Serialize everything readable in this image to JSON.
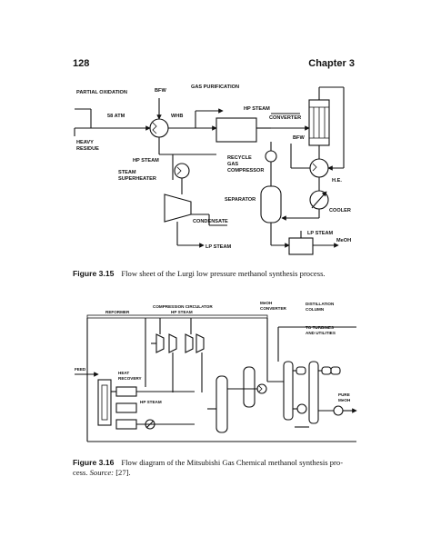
{
  "header": {
    "page_number": "128",
    "chapter": "Chapter 3"
  },
  "figure1": {
    "number": "Figure 3.15",
    "caption": "Flow sheet of the Lurgi low pressure methanol synthesis process.",
    "labels": {
      "partial_oxidation": "PARTIAL OXIDATION",
      "bfw_top": "BFW",
      "gas_purification": "GAS PURIFICATION",
      "atm": "58 ATM",
      "whb": "WHB",
      "hp_steam_top": "HP STEAM",
      "converter": "CONVERTER",
      "heavy_residue_1": "HEAVY",
      "heavy_residue_2": "RESIDUE",
      "hp_steam_mid": "HP STEAM",
      "bfw_right": "BFW",
      "recycle_1": "RECYCLE",
      "recycle_2": "GAS",
      "recycle_3": "COMPRESSOR",
      "steam_sh_1": "STEAM",
      "steam_sh_2": "SUPERHEATER",
      "he": "H.E.",
      "separator": "SEPARATOR",
      "cooler": "COOLER",
      "condensate": "CONDENSATE",
      "lp_steam_right": "LP STEAM",
      "lp_steam_bottom": "LP STEAM",
      "meoh": "MeOH"
    }
  },
  "figure2": {
    "number": "Figure 3.16",
    "caption_line1": "Flow diagram of the Mitsubishi Gas Chemical methanol synthesis pro-",
    "caption_line2": "cess.",
    "source_label": "Source:",
    "source_ref": "[27].",
    "labels": {
      "compression_circulator": "COMPRESSION CIRCULATOR",
      "hp_steam": "HP STEAM",
      "meoh_converter_1": "MeOH",
      "meoh_converter_2": "CONVERTER",
      "distillation_1": "DISTILLATION",
      "distillation_2": "COLUMN",
      "reformer": "REFORMER",
      "to_turbines_1": "TO TURBINES",
      "to_turbines_2": "AND UTILITIES",
      "feed": "FEED",
      "heat_recovery_1": "HEAT",
      "heat_recovery_2": "RECOVERY",
      "hp_steam_lower": "HP STEAM",
      "pure_meoh_1": "PURE",
      "pure_meoh_2": "MeOH"
    }
  }
}
